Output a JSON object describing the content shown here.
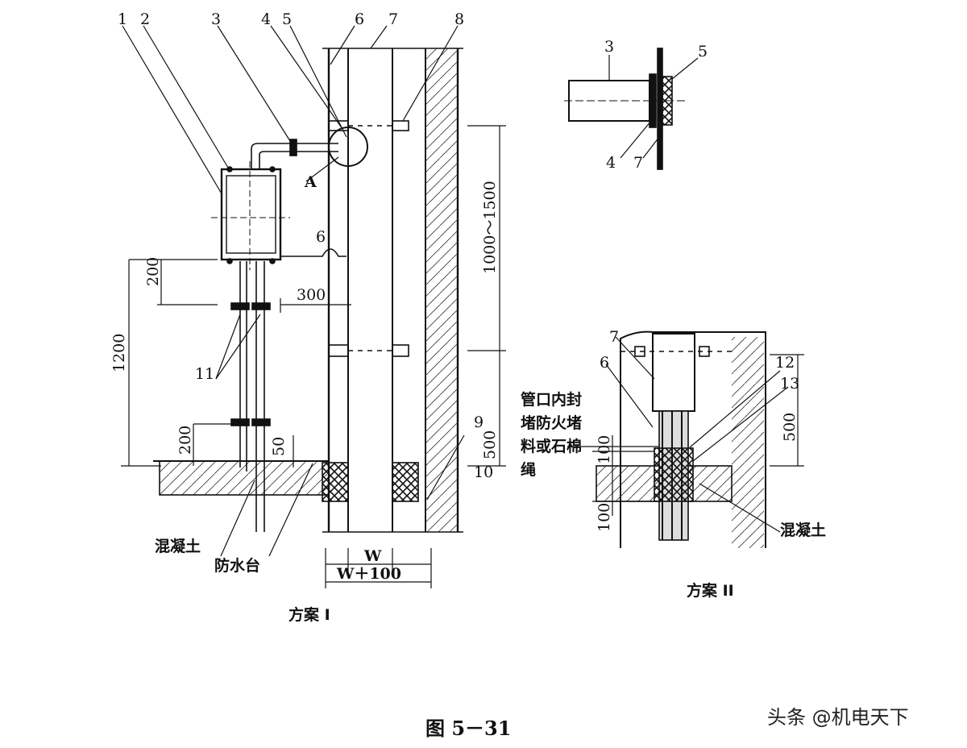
{
  "figure": {
    "caption": "图 5－31",
    "watermark": "头条 @机电天下"
  },
  "scheme1": {
    "title": "方案 I",
    "callouts": [
      "1",
      "2",
      "3",
      "4",
      "5",
      "6",
      "7",
      "8",
      "9",
      "10",
      "11"
    ],
    "callout_6b": "6",
    "detail_marker": "A",
    "dimensions": {
      "d200_top": "200",
      "d1200": "1200",
      "d300": "300",
      "d200_bottom": "200",
      "d50": "50",
      "d1000_1500": "1000～1500",
      "d500": "500",
      "w": "W",
      "w100": "W＋100"
    },
    "labels": {
      "concrete": "混凝土",
      "waterproof_curb": "防水台"
    }
  },
  "detail_a": {
    "callouts": [
      "3",
      "5",
      "4",
      "7"
    ]
  },
  "scheme2": {
    "title": "方案 II",
    "callouts": [
      "7",
      "6",
      "12",
      "13"
    ],
    "dimensions": {
      "d100_top": "100",
      "d100_bottom": "100",
      "d500": "500"
    },
    "labels": {
      "concrete": "混凝土"
    },
    "note_lines": [
      "管口内封",
      "堵防火堵",
      "料或石棉",
      "绳"
    ]
  }
}
